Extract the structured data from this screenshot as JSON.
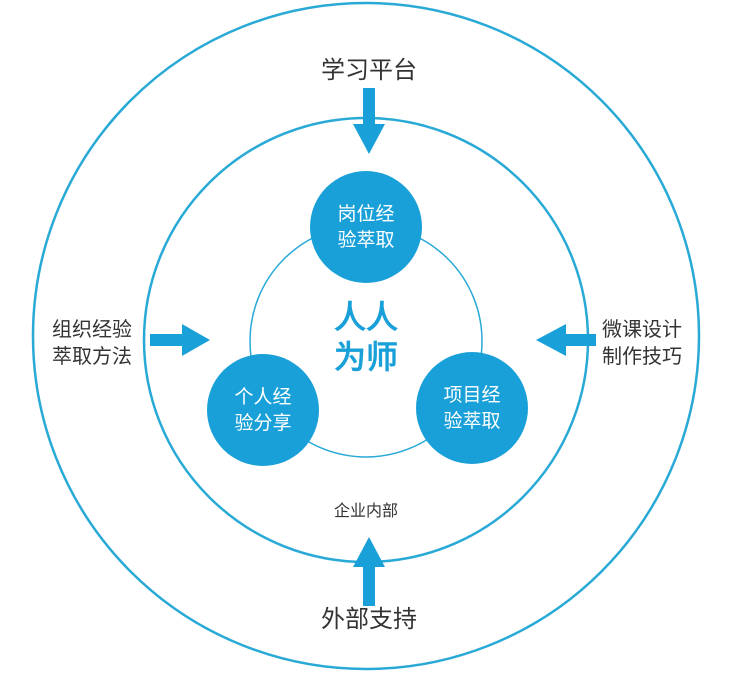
{
  "center": {
    "line1": "人人",
    "line2": "为师"
  },
  "nodes": {
    "top": {
      "line1": "岗位经",
      "line2": "验萃取"
    },
    "left": {
      "line1": "个人经",
      "line2": "验分享"
    },
    "right": {
      "line1": "项目经",
      "line2": "验萃取"
    }
  },
  "ring_label": "企业内部",
  "outer_labels": {
    "top": "学习平台",
    "left_line1": "组织经验",
    "left_line2": "萃取方法",
    "right_line1": "微课设计",
    "right_line2": "制作技巧",
    "bottom": "外部支持"
  },
  "colors": {
    "accent": "#1aa0d8",
    "ring_stroke": "#28a9d6",
    "text": "#333333"
  }
}
